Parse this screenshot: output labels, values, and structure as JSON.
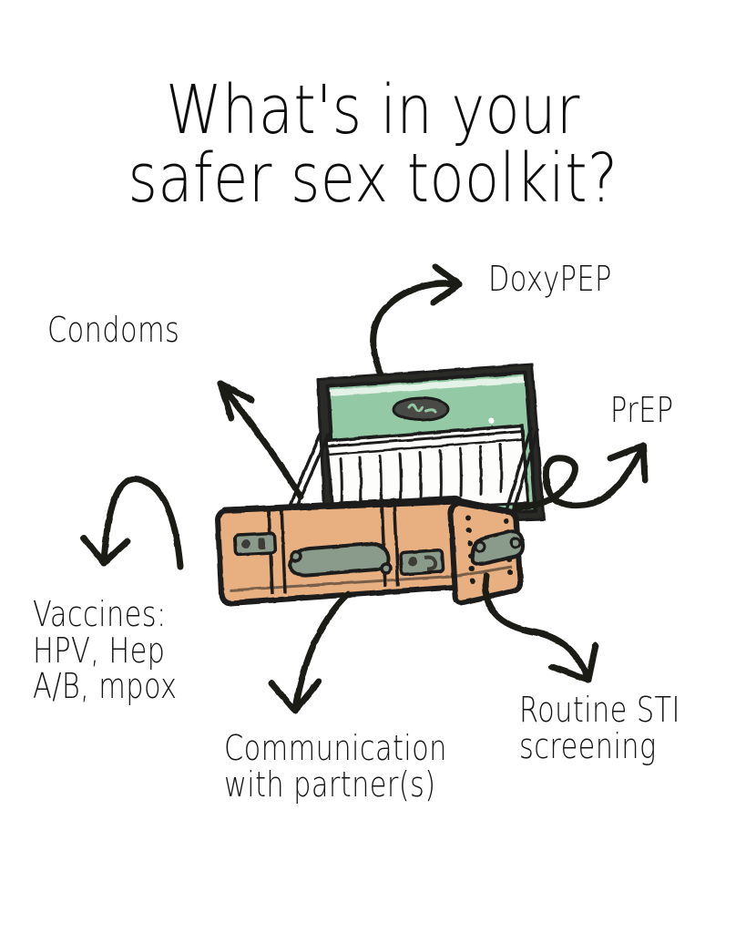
{
  "poster": {
    "title": "What's in your\nsafer sex toolkit?",
    "background_color": "#ffffff",
    "ink_color": "#141414"
  },
  "illustration": {
    "name": "open-suitcase",
    "description": "Hand-drawn open vintage suitcase with mint green lid lining, white pleated fabric, tan body, and gray-green metal handle and latches",
    "colors": {
      "lid_green": "#93c9a5",
      "body_tan": "#e8b080",
      "hardware_gray": "#8a9b8c",
      "lining_white": "#fdfdfb",
      "outline_black": "#1d1d1b"
    }
  },
  "callouts": [
    {
      "id": "condoms",
      "label": "Condoms",
      "arrow": "curved-arrow-up-left",
      "position": "upper-left"
    },
    {
      "id": "doxypep",
      "label": "DoxyPEP",
      "arrow": "curved-arrow-up-right",
      "position": "upper-right"
    },
    {
      "id": "prep",
      "label": "PrEP",
      "arrow": "loop-arrow-up-right",
      "position": "right"
    },
    {
      "id": "vaccines",
      "label": "Vaccines:\nHPV, Hep\nA/B, mpox",
      "arrow": "arc-arrow-down-left",
      "position": "lower-left"
    },
    {
      "id": "communication",
      "label": "Communication\nwith partner(s)",
      "arrow": "curved-arrow-down",
      "position": "bottom-center"
    },
    {
      "id": "sti-screening",
      "label": "Routine STI\nscreening",
      "arrow": "curved-arrow-down-right",
      "position": "bottom-right"
    }
  ]
}
